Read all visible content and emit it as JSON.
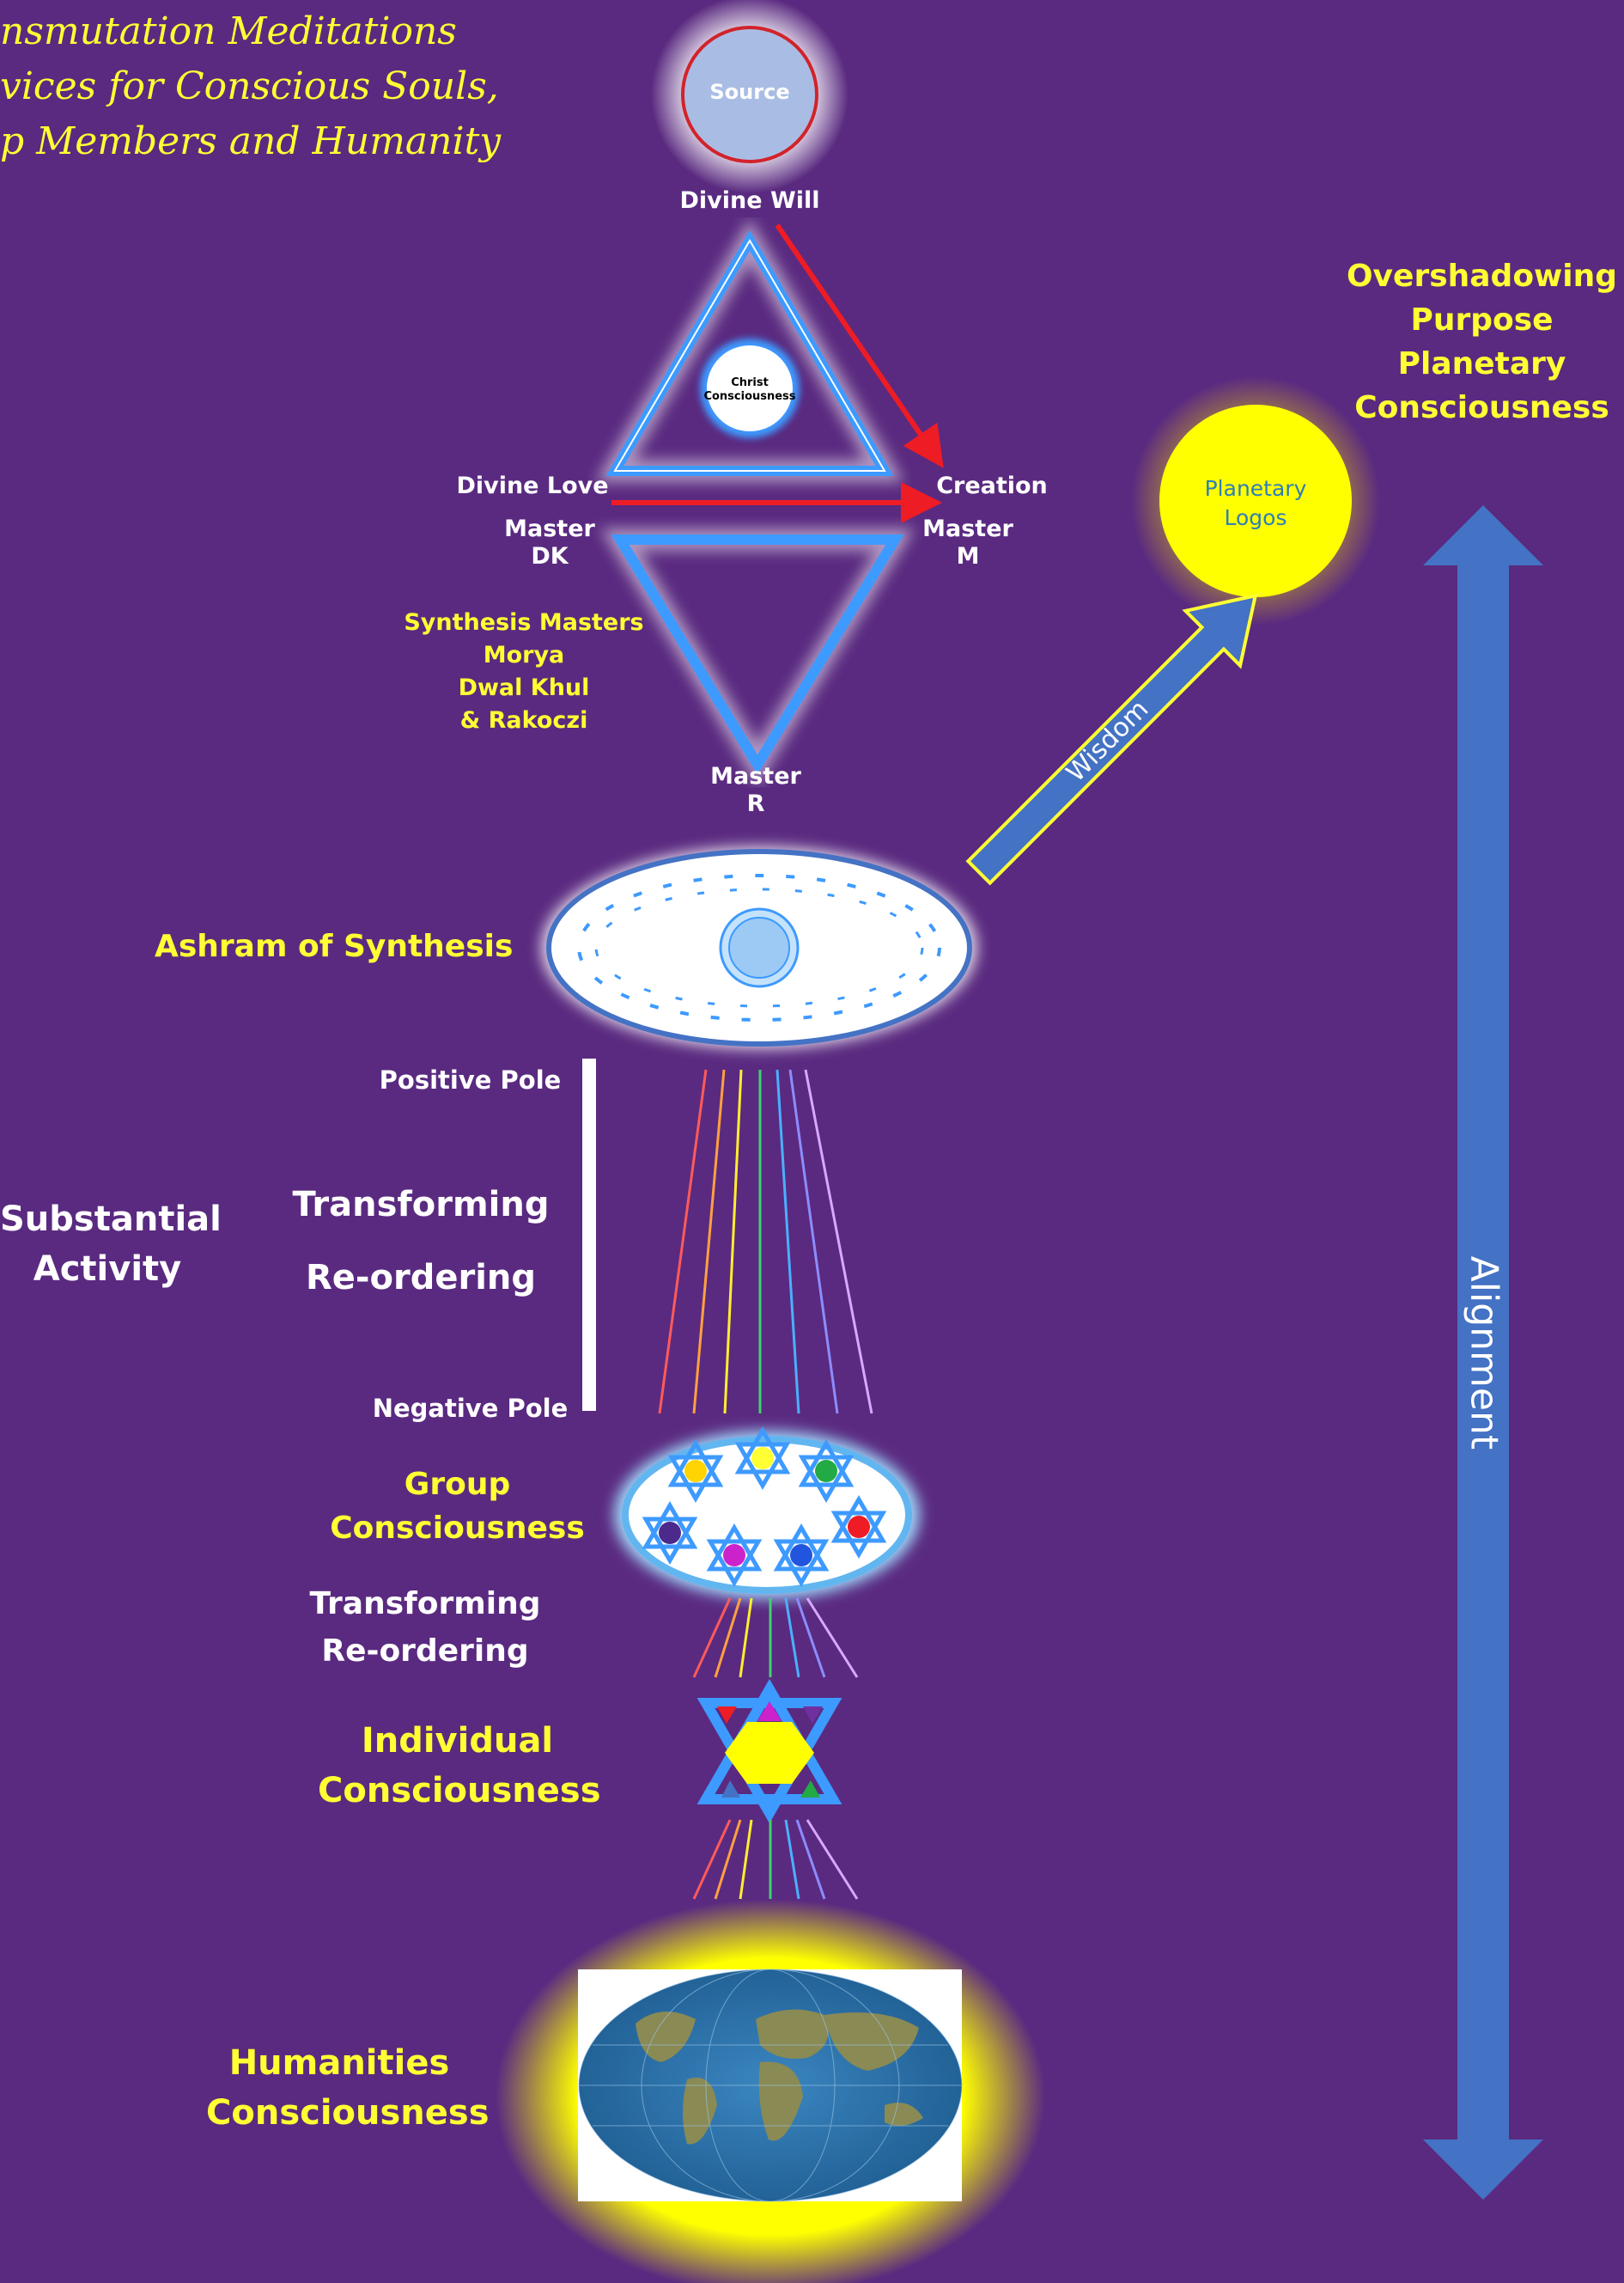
{
  "title_lines": [
    "nsmutation Meditations",
    "vices for Conscious Souls,",
    "p Members and Humanity"
  ],
  "colors": {
    "background": "#5a2a80",
    "blue": "#3d9aff",
    "yellow": "#ffff33",
    "red": "#ee1c24",
    "arrow_blue": "#4472c4"
  },
  "top": {
    "source": "Source",
    "divine_will": "Divine Will",
    "christ": "Christ Consciousness",
    "divine_love": "Divine Love",
    "creation": "Creation",
    "master_dk": [
      "Master",
      "DK"
    ],
    "master_m": [
      "Master",
      "M"
    ],
    "master_r": [
      "Master",
      "R"
    ],
    "synthesis_masters": [
      "Synthesis Masters",
      "Morya",
      "Dwal Khul",
      "& Rakoczi"
    ]
  },
  "right": {
    "overshadowing": [
      "Overshadowing",
      "Purpose",
      "Planetary",
      "Consciousness"
    ],
    "planetary_logos": [
      "Planetary",
      "Logos"
    ],
    "wisdom": "Wisdom",
    "alignment": "Alignment"
  },
  "middle": {
    "ashram": "Ashram of  Synthesis",
    "positive_pole": "Positive Pole",
    "negative_pole": "Negative Pole",
    "substantial": [
      "Substantial",
      "Activity"
    ],
    "transforming": "Transforming",
    "reordering": "Re-ordering",
    "group": [
      "Group",
      "Consciousness"
    ],
    "transforming2": "Transforming",
    "reordering2": "Re-ordering",
    "individual": [
      "Individual",
      "Consciousness"
    ],
    "humanities": [
      "Humanities",
      "Consciousness"
    ]
  },
  "icons": [
    "star-of-david-icon",
    "globe-icon",
    "rainbow-arrows"
  ]
}
